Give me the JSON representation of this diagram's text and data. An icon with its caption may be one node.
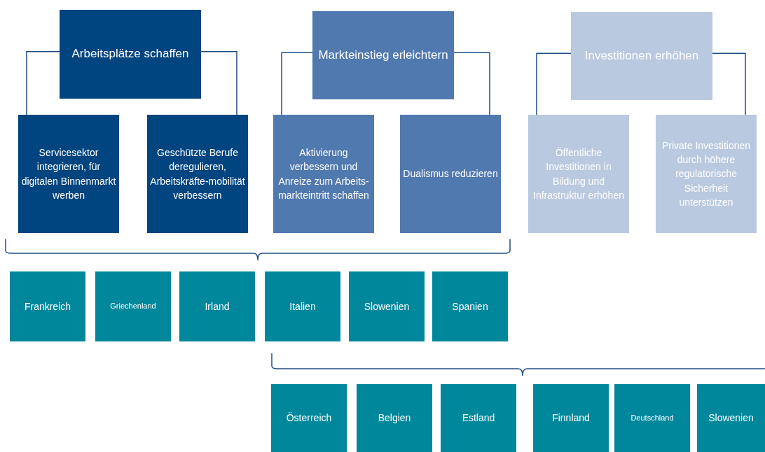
{
  "diagram": {
    "nodes": [
      {
        "text": [
          "Arbeitsplätze schaffen"
        ]
      },
      {
        "text": [
          "Markteinstieg erleichtern"
        ]
      },
      {
        "text": [
          "Investitionen erhöhen"
        ]
      },
      {
        "text": [
          "Servicesektor integrieren, für digitalen Binnenmarkt werben"
        ]
      },
      {
        "text": [
          "Geschützte Berufe deregulieren, Arbeitskräfte-mobilität verbessern"
        ]
      },
      {
        "text": [
          "Aktivierung verbessern und Anreize zum Arbeits-markteintritt schaffen"
        ]
      },
      {
        "text": [
          "Dualismus reduzieren"
        ]
      },
      {
        "text": [
          "Öffentliche Investitionen in Bildung und Infrastruktur erhöhen"
        ]
      },
      {
        "text": [
          "Private Investitionen durch höhere regulatorische Sicherheit unterstützen"
        ]
      },
      {
        "text": [
          "Frankreich"
        ]
      },
      {
        "text": [
          "Griechenland"
        ]
      },
      {
        "text": [
          "Irland"
        ]
      },
      {
        "text": [
          "Italien"
        ]
      },
      {
        "text": [
          "Slowenien"
        ]
      },
      {
        "text": [
          "Spanien"
        ]
      },
      {
        "text": [
          "Österreich"
        ]
      },
      {
        "text": [
          "Belgien"
        ]
      },
      {
        "text": [
          "Estland"
        ]
      },
      {
        "text": [
          "Finnland"
        ]
      },
      {
        "text": [
          "Deutschland"
        ]
      },
      {
        "text": [
          "Slowenien"
        ]
      }
    ],
    "edges": [
      {
        "from": 0,
        "to": 3,
        "arrow": "none"
      },
      {
        "from": 0,
        "to": 4,
        "arrow": "none"
      },
      {
        "from": 1,
        "to": 5,
        "arrow": "none"
      },
      {
        "from": 1,
        "to": 6,
        "arrow": "none"
      },
      {
        "from": 2,
        "to": 7,
        "arrow": "none"
      },
      {
        "from": 2,
        "to": 8,
        "arrow": "none"
      }
    ]
  }
}
